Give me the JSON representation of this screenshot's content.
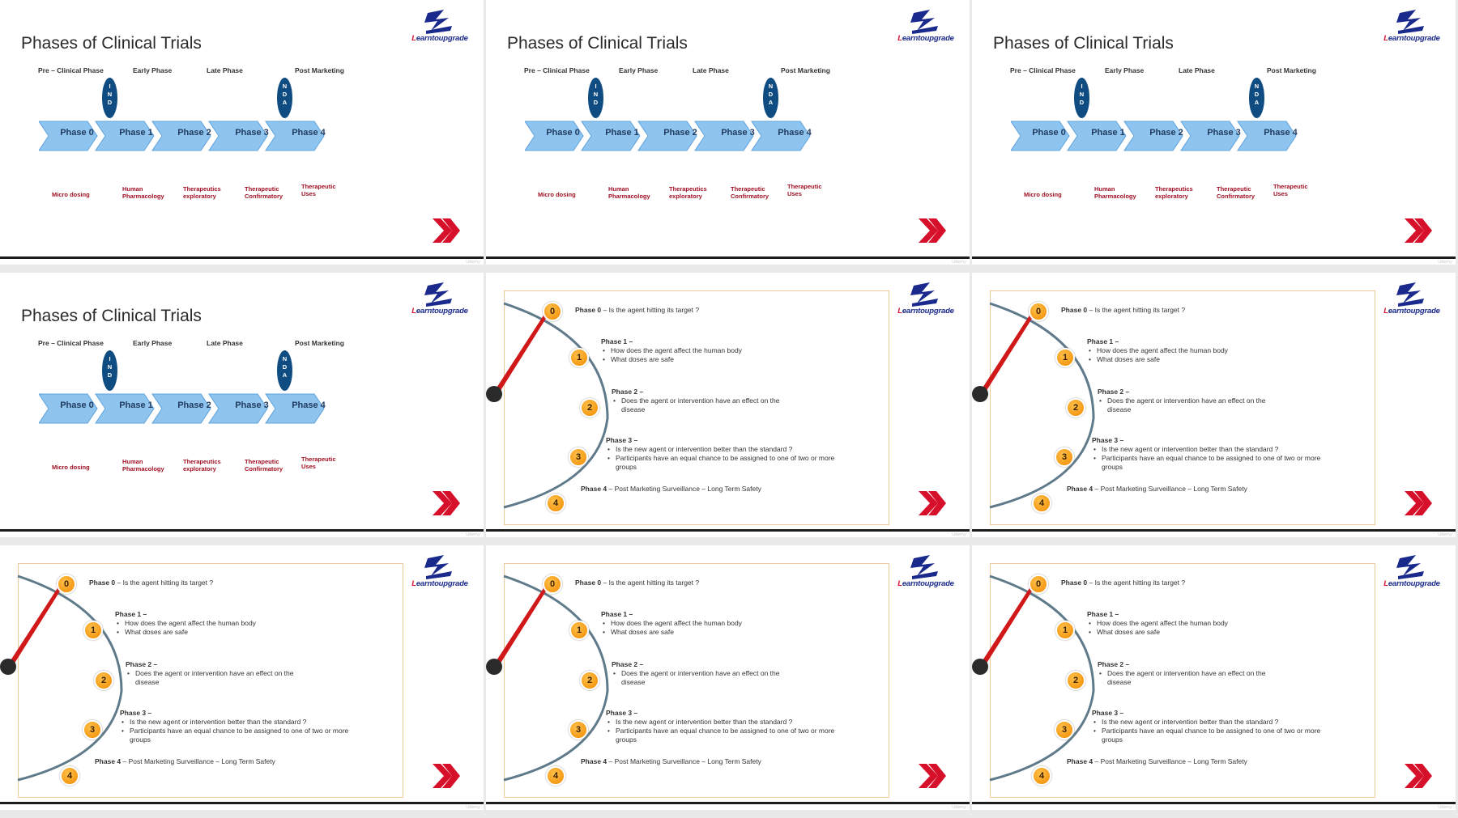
{
  "logo": {
    "prefix": "L",
    "text": "earntoupgrade"
  },
  "phases_slide": {
    "title": "Phases of Clinical Trials",
    "stages": [
      "Pre – Clinical Phase",
      "Early Phase",
      "Late Phase",
      "Post Marketing"
    ],
    "markers": [
      {
        "letters": [
          "I",
          "N",
          "D"
        ]
      },
      {
        "letters": [
          "N",
          "D",
          "A"
        ]
      }
    ],
    "phases": [
      "Phase 0",
      "Phase 1",
      "Phase 2",
      "Phase 3",
      "Phase 4"
    ],
    "uses": [
      [
        "Micro dosing"
      ],
      [
        "Human",
        "Pharmacology"
      ],
      [
        "Therapeutics",
        "exploratory"
      ],
      [
        "Therapeutic",
        "Confirmatory"
      ],
      [
        "Therapeutic",
        "Uses"
      ]
    ]
  },
  "dial_slide": {
    "nodes": [
      "0",
      "1",
      "2",
      "3",
      "4"
    ],
    "phase0": {
      "label": "Phase 0",
      "text": " – Is the agent hitting its target ?"
    },
    "phase1": {
      "label": "Phase 1 –",
      "bullets": [
        "How does the agent affect the human body",
        "What doses are safe"
      ]
    },
    "phase2": {
      "label": "Phase 2 –",
      "bullets": [
        "Does the agent or intervention have an effect on the disease"
      ]
    },
    "phase3": {
      "label": "Phase 3 –",
      "bullets": [
        "Is the new agent or intervention better than the standard ?",
        "Participants have an equal chance to be assigned to one of two or more groups"
      ]
    },
    "phase4": {
      "label": "Phase 4",
      "text": " – Post Marketing Surveillance – Long Term Safety"
    }
  },
  "watermark": "Udemy",
  "colors": {
    "chevron": "#8fc4ee",
    "marker": "#0f4c81",
    "accent_red": "#d6102a",
    "node_orange": "#f39200",
    "dial_gray": "#5f7a8a"
  }
}
